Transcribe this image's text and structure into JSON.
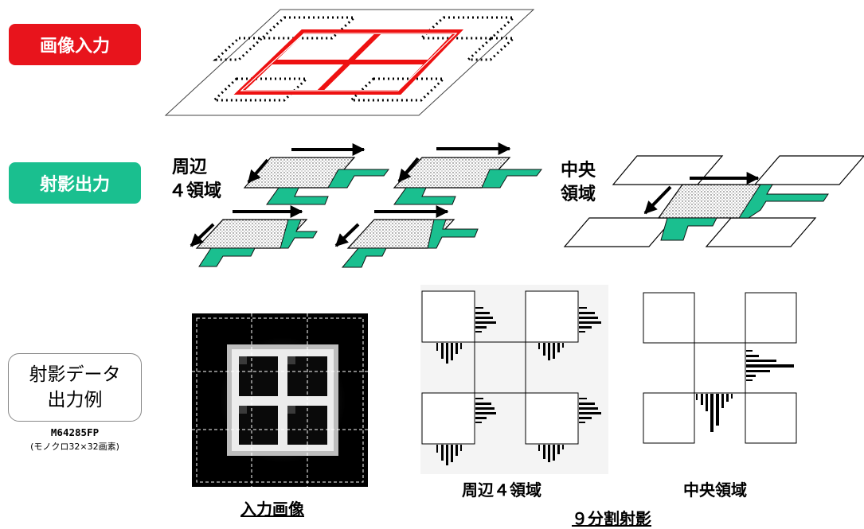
{
  "labels": {
    "input": "画像入力",
    "projection": "射影出力",
    "example_line1": "射影データ",
    "example_line2": "出力例",
    "model": "M64285FP",
    "model_sub": "(モノクロ32×32画素)"
  },
  "projection_text": {
    "peripheral_line1": "周辺",
    "peripheral_line2": "４領域",
    "center_line1": "中央",
    "center_line2": "領域"
  },
  "captions": {
    "input_image": "入力画像",
    "peripheral": "周辺４領域",
    "center": "中央領域",
    "nine_split": "９分割射影"
  },
  "colors": {
    "input_label_bg": "#e8141c",
    "projection_label_bg": "#1abf8f",
    "frame_red": "#ee1111",
    "projection_green": "#1abf8f"
  }
}
